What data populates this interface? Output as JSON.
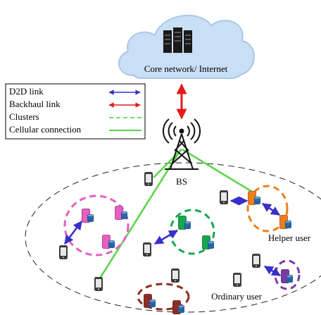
{
  "cloud_label": "Core network/ Internet",
  "bs_label": "BS",
  "helper_user_label": "Helper user",
  "ordinary_user_label": "Ordinary user",
  "legend": {
    "items": [
      {
        "label": "D2D link",
        "color": "#3a2fc9",
        "style": "double-arrow"
      },
      {
        "label": "Backhaul link",
        "color": "#e31b1b",
        "style": "double-arrow"
      },
      {
        "label": "Clusters",
        "color": "#48d145",
        "style": "dashed"
      },
      {
        "label": "Cellular connection",
        "color": "#5cd64a",
        "style": "solid"
      }
    ]
  },
  "colors": {
    "cloud_fill": "#c9dff5",
    "cloud_stroke": "#a8c6e8",
    "d2d": "#3a2fc9",
    "backhaul": "#e31b1b",
    "cellular": "#5cd64a",
    "cluster_pink": "#e75fc3",
    "cluster_green": "#17a84f",
    "cluster_orange": "#f07d1a",
    "cluster_purple": "#7b3aa6",
    "cluster_brown": "#8e2c22",
    "phone": "#3b3b3b"
  },
  "icons": [
    "server-icon",
    "antenna-icon",
    "phone-icon",
    "database-icon"
  ]
}
